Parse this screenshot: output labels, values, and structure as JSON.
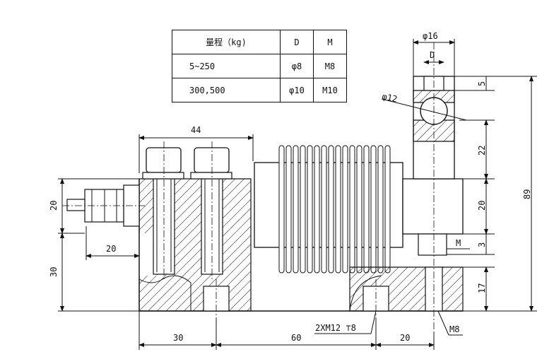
{
  "table": {
    "headers": {
      "range": "量程（kg)",
      "d": "D",
      "m": "M"
    },
    "rows": [
      {
        "range": "5~250",
        "d": "φ8",
        "m": "M8"
      },
      {
        "range": "300,500",
        "d": "φ10",
        "m": "M10"
      }
    ]
  },
  "dimensions": {
    "top_width": "44",
    "phi16": "φ16",
    "d_label": "D",
    "phi12": "φ12",
    "d5": "5",
    "d22": "22",
    "d20_right": "20",
    "d3": "3",
    "d89": "89",
    "d17": "17",
    "m_label": "M",
    "d20_left_v": "20",
    "d20_left_h": "20",
    "d30_v": "30",
    "d30_h": "30",
    "d60": "60",
    "d20_bottom": "20",
    "thread_note": "2XM12 ⊤8",
    "m8_note": "M8"
  }
}
